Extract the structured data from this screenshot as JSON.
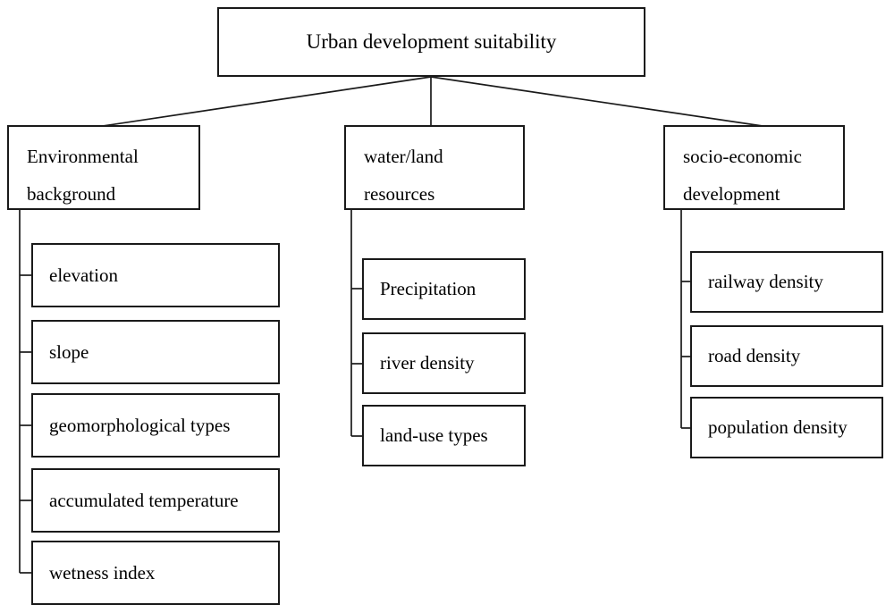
{
  "tree": {
    "root": {
      "label": "Urban development suitability"
    },
    "branches": [
      {
        "label": "Environmental background",
        "children": [
          {
            "label": "elevation"
          },
          {
            "label": "slope"
          },
          {
            "label": "geomorphological types"
          },
          {
            "label": "accumulated temperature"
          },
          {
            "label": "wetness index"
          }
        ]
      },
      {
        "label": "water/land resources",
        "children": [
          {
            "label": "Precipitation"
          },
          {
            "label": "river density"
          },
          {
            "label": "land-use types"
          }
        ]
      },
      {
        "label": "socio-economic development",
        "children": [
          {
            "label": "railway density"
          },
          {
            "label": "road density"
          },
          {
            "label": "population density"
          }
        ]
      }
    ]
  },
  "colors": {
    "background": "#ffffff",
    "box_border": "#1a1a1a",
    "connector_line": "#1a1a1a",
    "text": "#000000"
  }
}
